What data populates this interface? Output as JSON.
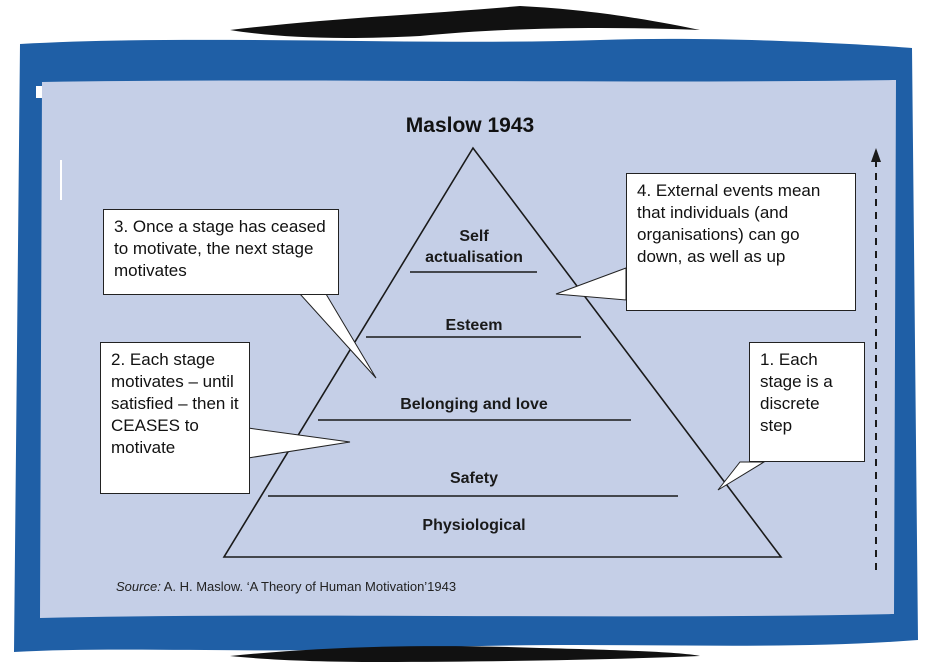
{
  "title": "Maslow 1943",
  "levels": [
    {
      "label": "Physiological"
    },
    {
      "label": "Safety"
    },
    {
      "label": "Belonging and love"
    },
    {
      "label": "Esteem"
    },
    {
      "label_line1": "Self",
      "label_line2": "actualisation"
    }
  ],
  "callouts": {
    "c1": "1. Each stage is a discrete step",
    "c2": "2. Each stage motivates – until satisfied – then it CEASES to motivate",
    "c3": "3. Once a stage has ceased to motivate, the next stage motivates",
    "c4": "4. External events mean that individuals (and organisations) can go down, as well as up"
  },
  "source": {
    "prefix": "Source:",
    "text": " A. H. Maslow. ‘A Theory of Human Motivation’1943"
  },
  "colors": {
    "panel_bg": "#c5cfe7",
    "frame_blue": "#1f5fa6",
    "ink": "#1a1a1a"
  }
}
